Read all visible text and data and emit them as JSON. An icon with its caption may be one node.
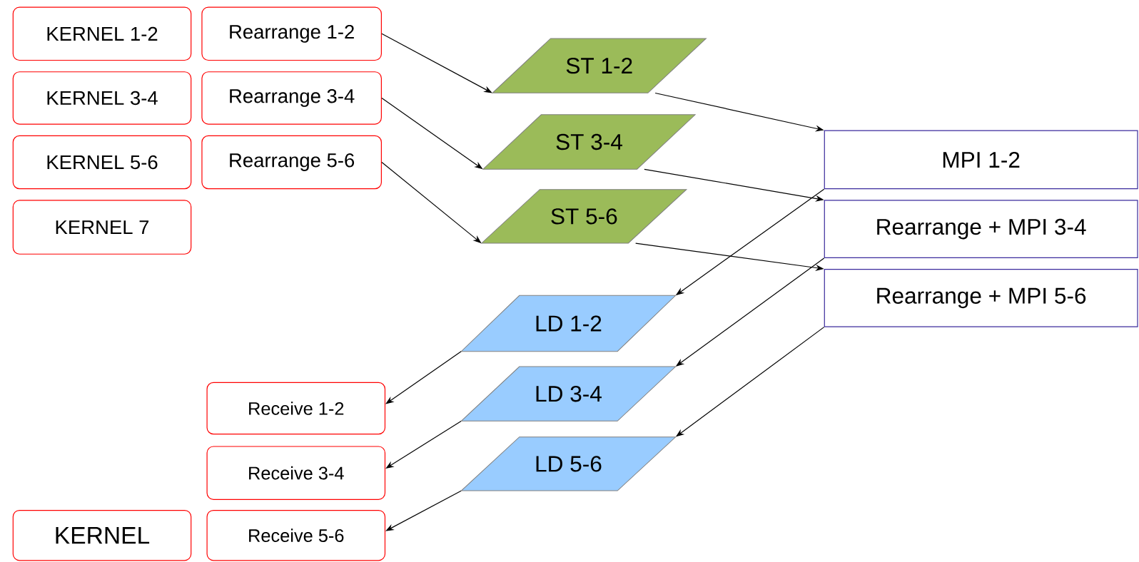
{
  "diagram": {
    "nodes": [
      {
        "text": [
          "KERNEL 1-2"
        ]
      },
      {
        "text": [
          "Rearrange 1-2"
        ]
      },
      {
        "text": [
          "KERNEL 3-4"
        ]
      },
      {
        "text": [
          "Rearrange 3-4"
        ]
      },
      {
        "text": [
          "KERNEL 5-6"
        ]
      },
      {
        "text": [
          "Rearrange 5-6"
        ]
      },
      {
        "text": [
          "KERNEL 7"
        ]
      },
      {
        "text": [
          "ST 1-2"
        ]
      },
      {
        "text": [
          "ST 3-4"
        ]
      },
      {
        "text": [
          "ST 5-6"
        ]
      },
      {
        "text": [
          "MPI 1-2"
        ]
      },
      {
        "text": [
          "Rearrange + MPI 3-4"
        ]
      },
      {
        "text": [
          "Rearrange + MPI 5-6"
        ]
      },
      {
        "text": [
          "LD 1-2"
        ]
      },
      {
        "text": [
          "LD 3-4"
        ]
      },
      {
        "text": [
          "LD 5-6"
        ]
      },
      {
        "text": [
          "Receive 1-2"
        ]
      },
      {
        "text": [
          "Receive 3-4"
        ]
      },
      {
        "text": [
          "KERNEL"
        ]
      },
      {
        "text": [
          "Receive 5-6"
        ]
      }
    ],
    "edges": [
      {
        "from": 1,
        "to": 7,
        "arrow": "to"
      },
      {
        "from": 3,
        "to": 8,
        "arrow": "to"
      },
      {
        "from": 5,
        "to": 9,
        "arrow": "to"
      },
      {
        "from": 7,
        "to": 10,
        "arrow": "to"
      },
      {
        "from": 8,
        "to": 11,
        "arrow": "to"
      },
      {
        "from": 9,
        "to": 12,
        "arrow": "to"
      },
      {
        "from": 10,
        "to": 13,
        "arrow": "to"
      },
      {
        "from": 11,
        "to": 14,
        "arrow": "to"
      },
      {
        "from": 12,
        "to": 15,
        "arrow": "to"
      },
      {
        "from": 13,
        "to": 16,
        "arrow": "to"
      },
      {
        "from": 14,
        "to": 17,
        "arrow": "to"
      },
      {
        "from": 15,
        "to": 19,
        "arrow": "to"
      }
    ]
  }
}
